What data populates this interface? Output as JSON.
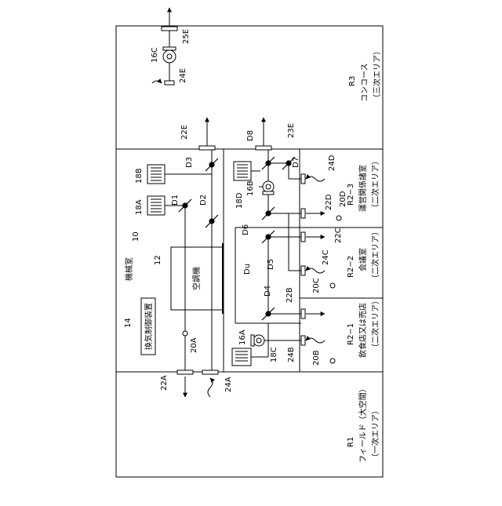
{
  "rooms": {
    "r3": {
      "code": "R3",
      "name": "コンコース",
      "sub": "（三次エリア）"
    },
    "r1": {
      "code": "R1",
      "name": "フィールド（大空間）",
      "sub": "（一次エリア）"
    },
    "r21": {
      "code": "R2−1",
      "name": "飲食店又は売店",
      "sub": "（二次エリア）"
    },
    "r22": {
      "code": "R2−2",
      "name": "会議室",
      "sub": "（二次エリア）"
    },
    "r23": {
      "code": "R2−3",
      "name": "運営関係諸室",
      "sub": "（二次エリア）"
    },
    "machine": {
      "name": "機械室"
    }
  },
  "equipment": {
    "ahu": "空調機",
    "controller": "換気制御装置"
  },
  "refs": {
    "n10": "10",
    "n12": "12",
    "n14": "14",
    "n16a": "16A",
    "n16b": "16B",
    "n16c": "16C",
    "n18a": "18A",
    "n18b": "18B",
    "n18c": "18C",
    "n18d": "18D",
    "n20a": "20A",
    "n20b": "20B",
    "n20c": "20C",
    "n20d": "20D",
    "n22a": "22A",
    "n22b": "22B",
    "n22c": "22C",
    "n22d": "22D",
    "n22e": "22E",
    "n23e": "23E",
    "n24a": "24A",
    "n24b": "24B",
    "n24c": "24C",
    "n24d": "24D",
    "n24e": "24E",
    "n25e": "25E",
    "d1": "D1",
    "d2": "D2",
    "d3": "D3",
    "d4": "D4",
    "d5": "D5",
    "d6": "D6",
    "d7": "D7",
    "d8": "D8",
    "du": "Du"
  }
}
